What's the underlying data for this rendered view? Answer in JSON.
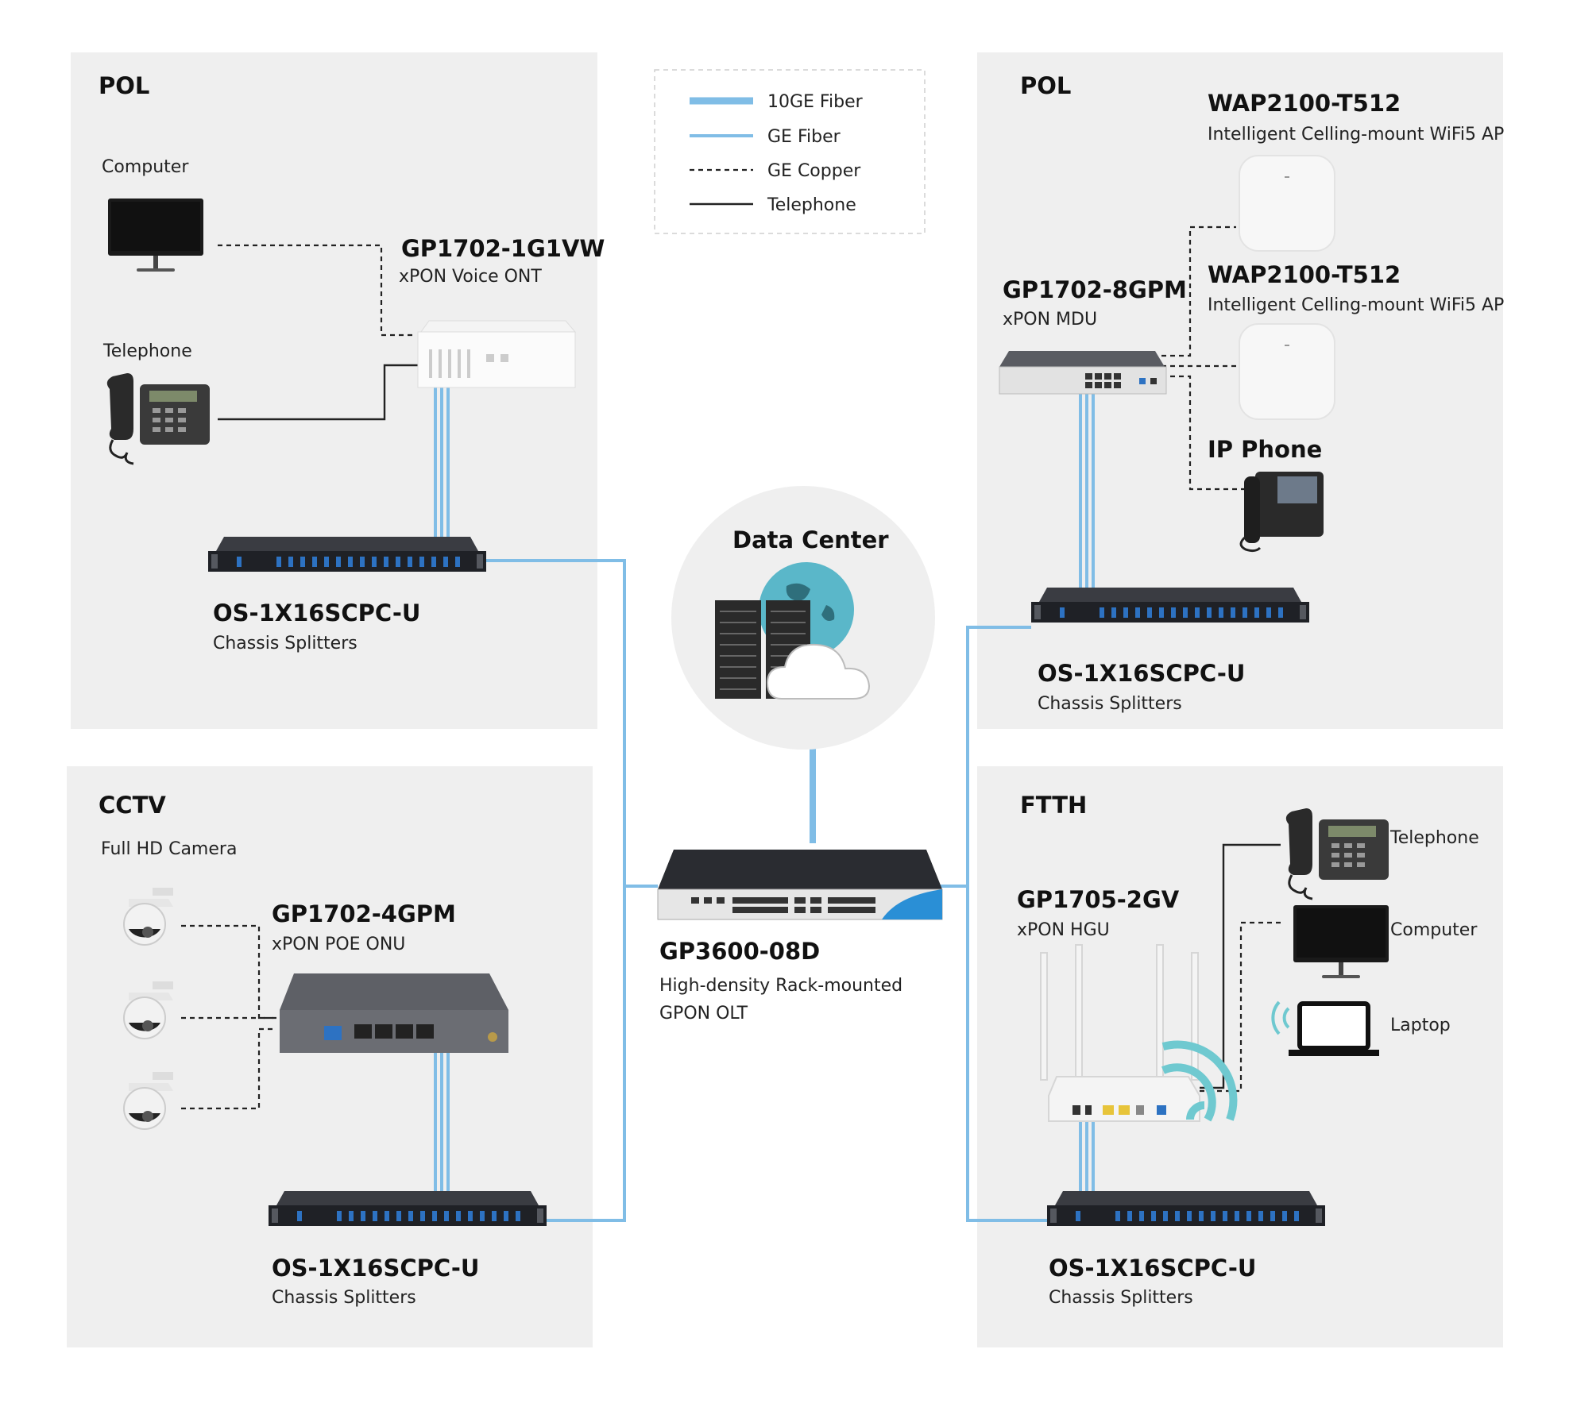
{
  "legend": {
    "items": [
      {
        "label": "10GE Fiber"
      },
      {
        "label": "GE Fiber"
      },
      {
        "label": "GE Copper"
      },
      {
        "label": "Telephone"
      }
    ]
  },
  "colors": {
    "fiber": "#80bde6",
    "panel": "#efefef",
    "device_dark": "#2b2d33",
    "port_blue": "#1f5fa8"
  },
  "pol_left": {
    "title": "POL",
    "computer_label": "Computer",
    "telephone_label": "Telephone",
    "ont": {
      "model": "GP1702-1G1VW",
      "desc": "xPON Voice ONT"
    },
    "splitter": {
      "model": "OS-1X16SCPC-U",
      "desc": "Chassis  Splitters"
    }
  },
  "pol_right": {
    "title": "POL",
    "mdu": {
      "model": "GP1702-8GPM",
      "desc": "xPON  MDU"
    },
    "ap1": {
      "model": "WAP2100-T512",
      "desc": "Intelligent Celling-mount WiFi5 AP"
    },
    "ap2": {
      "model": "WAP2100-T512",
      "desc": "Intelligent Celling-mount WiFi5 AP"
    },
    "ip_phone": {
      "model": "IP Phone"
    },
    "splitter": {
      "model": "OS-1X16SCPC-U",
      "desc": "Chassis  Splitters"
    }
  },
  "cctv": {
    "title": "CCTV",
    "camera_label": "Full HD Camera",
    "onu": {
      "model": "GP1702-4GPM",
      "desc": "xPON POE ONU"
    },
    "splitter": {
      "model": "OS-1X16SCPC-U",
      "desc": "Chassis  Splitters"
    }
  },
  "ftth": {
    "title": "FTTH",
    "hgu": {
      "model": "GP1705-2GV",
      "desc": "xPON HGU"
    },
    "telephone_label": "Telephone",
    "computer_label": "Computer",
    "laptop_label": "Laptop",
    "splitter": {
      "model": "OS-1X16SCPC-U",
      "desc": "Chassis  Splitters"
    }
  },
  "data_center": {
    "title": "Data Center"
  },
  "olt": {
    "model": "GP3600-08D",
    "desc_line1": "High-density Rack-mounted",
    "desc_line2": "GPON OLT"
  }
}
